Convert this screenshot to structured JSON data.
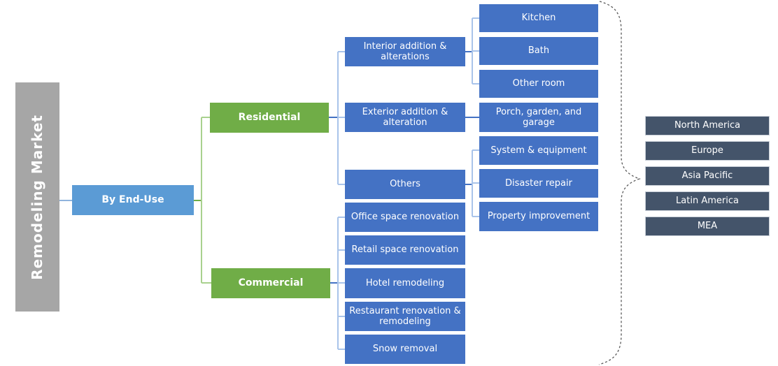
{
  "title": "Remodeling Market",
  "root_label": "By End-Use",
  "tree": {
    "residential": {
      "label": "Residential",
      "children": [
        {
          "label": "Interior addition & alterations",
          "children": [
            "Kitchen",
            "Bath",
            "Other room"
          ]
        },
        {
          "label": "Exterior addition & alteration",
          "children": [
            "Porch, garden, and garage"
          ]
        },
        {
          "label": "Others",
          "children": [
            "System & equipment",
            "Disaster repair",
            "Property improvement"
          ]
        }
      ]
    },
    "commercial": {
      "label": "Commercial",
      "children": [
        {
          "label": "Office space renovation"
        },
        {
          "label": "Retail space renovation"
        },
        {
          "label": "Hotel remodeling"
        },
        {
          "label": "Restaurant renovation & remodeling"
        },
        {
          "label": "Snow removal"
        }
      ]
    }
  },
  "regions": [
    "North America",
    "Europe",
    "Asia Pacific",
    "Latin America",
    "MEA"
  ],
  "colors": {
    "root_box": "#5B9BD5",
    "segment_box": "#70AD47",
    "sub_box": "#4472C4",
    "region_box": "#44546A",
    "title_bar": "#A6A6A6",
    "connector_green_light": "#A9D18E",
    "connector_green_dark": "#70AD47",
    "connector_blue_light": "#A9C4EA",
    "connector_blue_dark": "#4472C4",
    "connector_root_left": "#6C9BD2",
    "brace_dashed": "#595959"
  }
}
